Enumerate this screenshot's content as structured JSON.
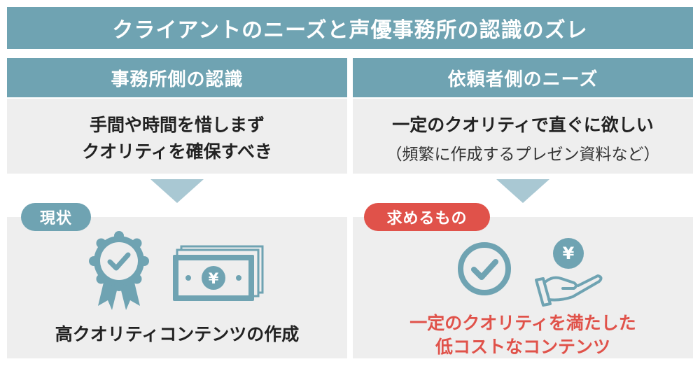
{
  "title": "クライアントのニーズと声優事務所の認識のズレ",
  "left": {
    "header": "事務所側の認識",
    "lines": [
      "手間や時間を惜しまず",
      "クオリティを確保すべき"
    ],
    "badge": "現状",
    "result": "高クオリティコンテンツの作成",
    "icons": [
      "award-ribbon-check-icon",
      "yen-banknotes-icon"
    ]
  },
  "right": {
    "header": "依頼者側のニーズ",
    "line1": "一定のクオリティで直ぐに欲しい",
    "line2": "（頻繁に作成するプレゼン資料など）",
    "badge": "求めるもの",
    "result_lines": [
      "一定のクオリティを満たした",
      "低コストなコンテンツ"
    ],
    "icons": [
      "check-circle-icon",
      "hand-holding-yen-icon"
    ]
  },
  "yen_symbol": "¥",
  "colors": {
    "primary": "#6fa3b2",
    "accent_red": "#e0524a",
    "box_gray": "#eeeeee",
    "arrow": "#a9c8d3"
  }
}
